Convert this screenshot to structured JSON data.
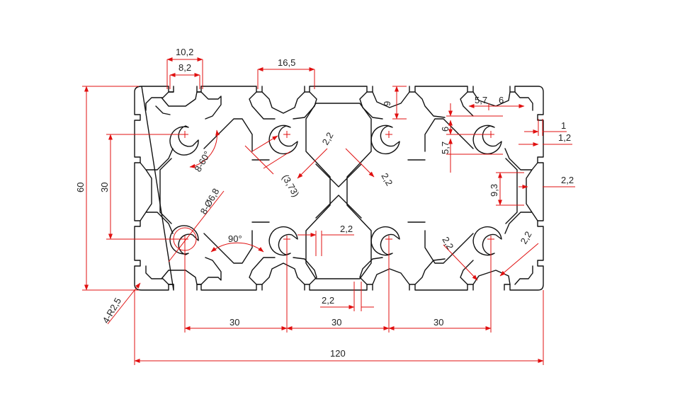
{
  "colors": {
    "outline": "#111111",
    "dimension": "#e01010",
    "text": "#222222",
    "background": "#ffffff"
  },
  "dimensions": {
    "slot_outer": "10,2",
    "slot_inner": "8,2",
    "slot_top_center": "16,5",
    "depth_9": "9",
    "d_5_7_top": "5,7",
    "d_6_top": "6",
    "d_6_side": "6",
    "d_5_7_side": "5,7",
    "d_1": "1",
    "d_1_2": "1,2",
    "d_2_2_right_mid": "2,2",
    "d_9_3": "9,3",
    "height_60": "60",
    "pitch_30_vertical": "30",
    "angle_8_60": "8-60°",
    "d_2_2_diag_upper": "2,2",
    "d_3_73": "(3,73)",
    "d_2_2_diag_right": "2,2",
    "hole_8_d6_8": "8-Ø6,8",
    "angle_90": "90°",
    "d_2_2_center": "2,2",
    "d_2_2_lower_right_a": "2,2",
    "d_2_2_lower_right_b": "2,2",
    "d_2_2_bottom": "2,2",
    "corner_radius": "4-R2,5",
    "pitch_30_a": "30",
    "pitch_30_b": "30",
    "pitch_30_c": "30",
    "width_120": "120"
  }
}
